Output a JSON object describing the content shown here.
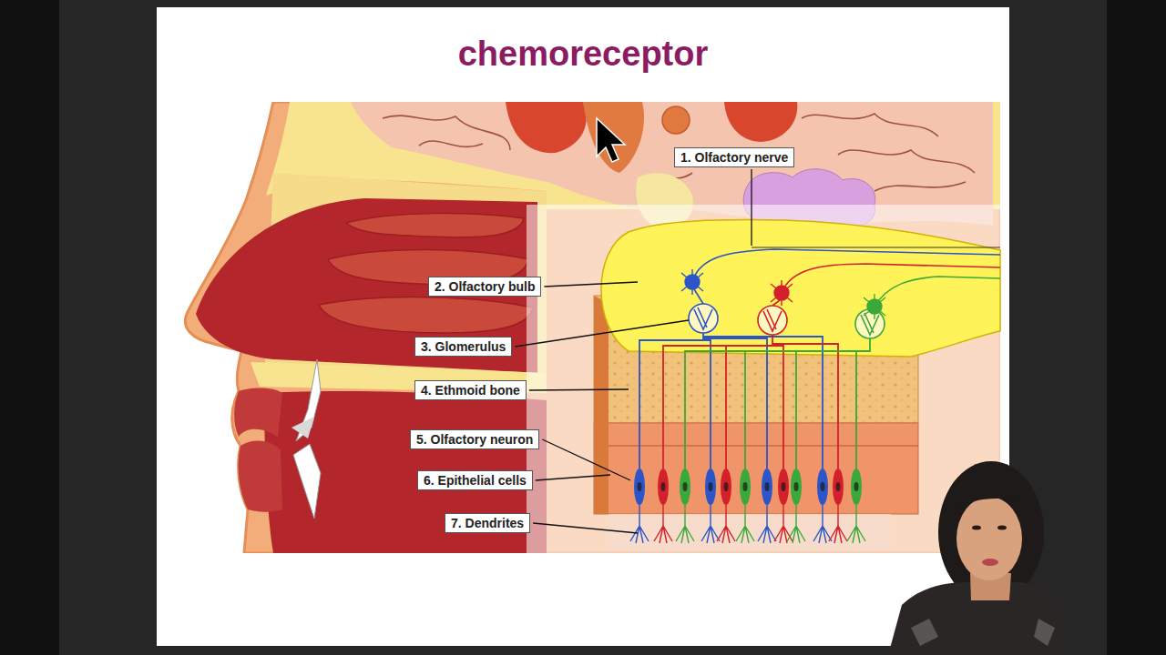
{
  "diagram": {
    "title": "chemoreceptor",
    "nodes": [
      {
        "text": [
          "1. Olfactory nerve"
        ]
      },
      {
        "text": [
          "2. Olfactory bulb"
        ]
      },
      {
        "text": [
          "3. Glomerulus"
        ]
      },
      {
        "text": [
          "4. Ethmoid bone"
        ]
      },
      {
        "text": [
          "5. Olfactory neuron"
        ]
      },
      {
        "text": [
          "6. Epithelial cells"
        ]
      },
      {
        "text": [
          "7. Dendrites"
        ]
      }
    ]
  }
}
